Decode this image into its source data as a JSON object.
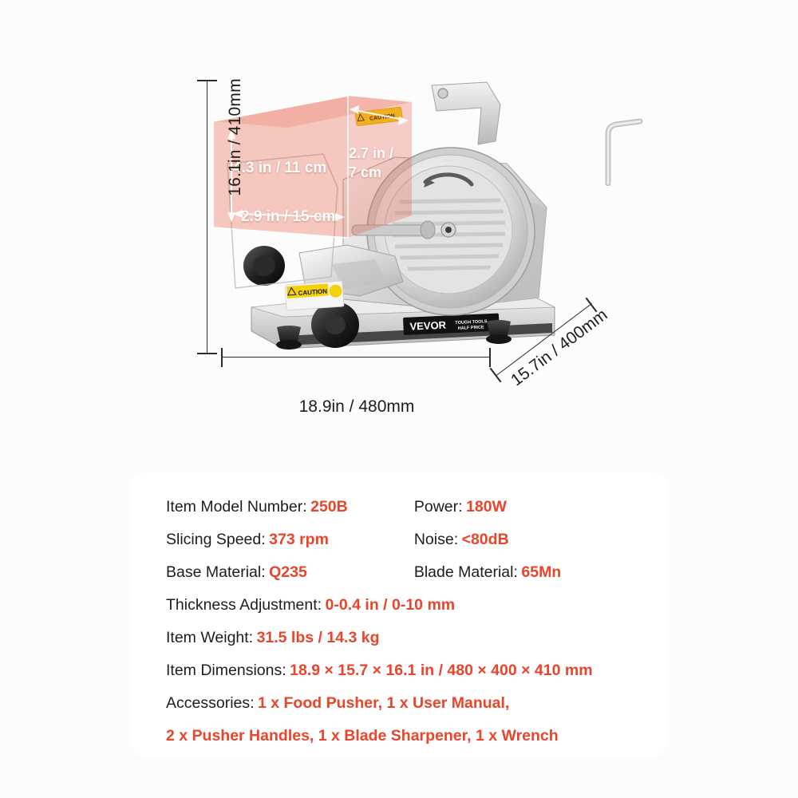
{
  "page": {
    "background_color": "#fcfcfc",
    "accent_color": "#e8452b",
    "text_color": "#1d1d1d"
  },
  "product_image": {
    "brand_plate": {
      "brand": "VEVOR",
      "registered_mark": "®",
      "tagline_line1": "TOUGH TOOLS",
      "tagline_line2": "HALF PRICE"
    },
    "caution_labels": [
      {
        "name": "caution-sticker-base",
        "text": "CAUTION"
      },
      {
        "name": "caution-sticker-guard",
        "text": "CAUTION"
      }
    ],
    "accessory_wrench": "hex-wrench"
  },
  "dimensions": {
    "height": "16.1in / 410mm",
    "width": "18.9in / 480mm",
    "depth": "15.7in / 400mm"
  },
  "overlay_callouts": {
    "pusher_height": "4.3 in / 11 cm",
    "pusher_width": "2.9 in / 15 cm",
    "pusher_depth_line1": "2.7 in /",
    "pusher_depth_line2": "7 cm"
  },
  "specs": {
    "rows": [
      {
        "left": {
          "label": "Item Model Number:",
          "value": "250B"
        },
        "right": {
          "label": "Power:",
          "value": "180W"
        }
      },
      {
        "left": {
          "label": "Slicing Speed:",
          "value": "373 rpm"
        },
        "right": {
          "label": "Noise:",
          "value": "<80dB"
        }
      },
      {
        "left": {
          "label": "Base Material:",
          "value": "Q235"
        },
        "right": {
          "label": "Blade Material:",
          "value": "65Mn"
        }
      }
    ],
    "thickness": {
      "label": "Thickness Adjustment:",
      "value": "0-0.4 in / 0-10 mm"
    },
    "weight": {
      "label": "Item Weight:",
      "value": "31.5 lbs / 14.3 kg"
    },
    "item_dimensions": {
      "label": "Item Dimensions:",
      "value": "18.9 × 15.7 × 16.1 in / 480 × 400 × 410 mm"
    },
    "accessories": {
      "label": "Accessories:",
      "value_line1": "1 x Food Pusher, 1 x User Manual,",
      "value_line2": "2 x Pusher Handles, 1 x Blade Sharpener, 1 x Wrench"
    }
  }
}
